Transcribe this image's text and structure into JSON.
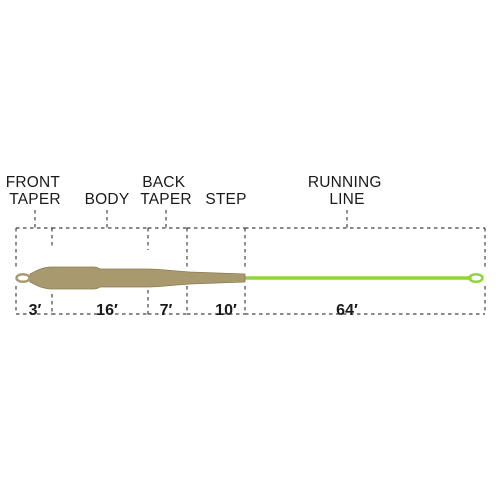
{
  "sections": [
    {
      "label_lines": [
        "FRONT",
        "TAPER"
      ],
      "length": "3′"
    },
    {
      "label_lines": [
        "BODY"
      ],
      "length": "16′"
    },
    {
      "label_lines": [
        "BACK",
        "TAPER"
      ],
      "length": "7′"
    },
    {
      "label_lines": [
        "STEP"
      ],
      "length": "10′"
    },
    {
      "label_lines": [
        "RUNNING",
        "LINE"
      ],
      "length": "64′"
    }
  ],
  "colors": {
    "head": "#a89a6e",
    "head_outline": "#8a7c52",
    "running_line": "#8fd43a",
    "dashes": "#444444",
    "text": "#1a1a1a"
  }
}
